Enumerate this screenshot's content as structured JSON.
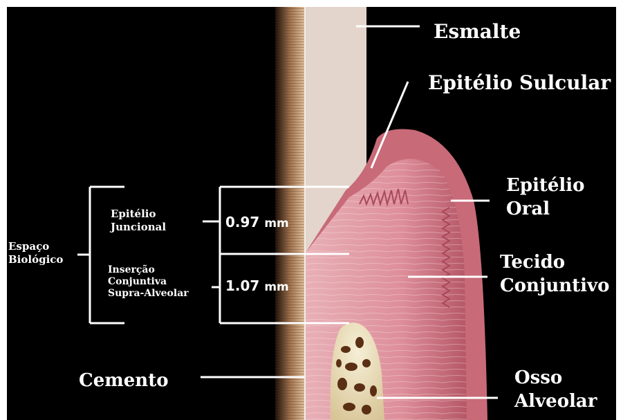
{
  "labels": {
    "esmalte": "Esmalte",
    "epitelio_sulcular": "Epitélio Sulcular",
    "epitelio_oral_1": "Epitélio",
    "epitelio_oral_2": "Oral",
    "tecido_1": "Tecido",
    "tecido_2": "Conjuntivo",
    "osso_1": "Osso",
    "osso_2": "Alveolar",
    "cemento": "Cemento",
    "espaco_1": "Espaço",
    "espaco_2": "Biológico",
    "juncional_1": "Epitélio",
    "juncional_2": "Juncional",
    "insercao_1": "Inserção",
    "insercao_2": "Conjuntiva",
    "insercao_3": "Supra-Alveolar"
  },
  "measurements": {
    "junctional_value": "0.97",
    "junctional_unit": "mm",
    "connective_value": "1.07",
    "connective_unit": "mm"
  },
  "colors": {
    "background": "#000000",
    "enamel": "#e3d5cb",
    "gingiva": "#c86a78",
    "connective": "#e5a3ab",
    "bone": "#efe3c0",
    "line": "#ffffff"
  }
}
